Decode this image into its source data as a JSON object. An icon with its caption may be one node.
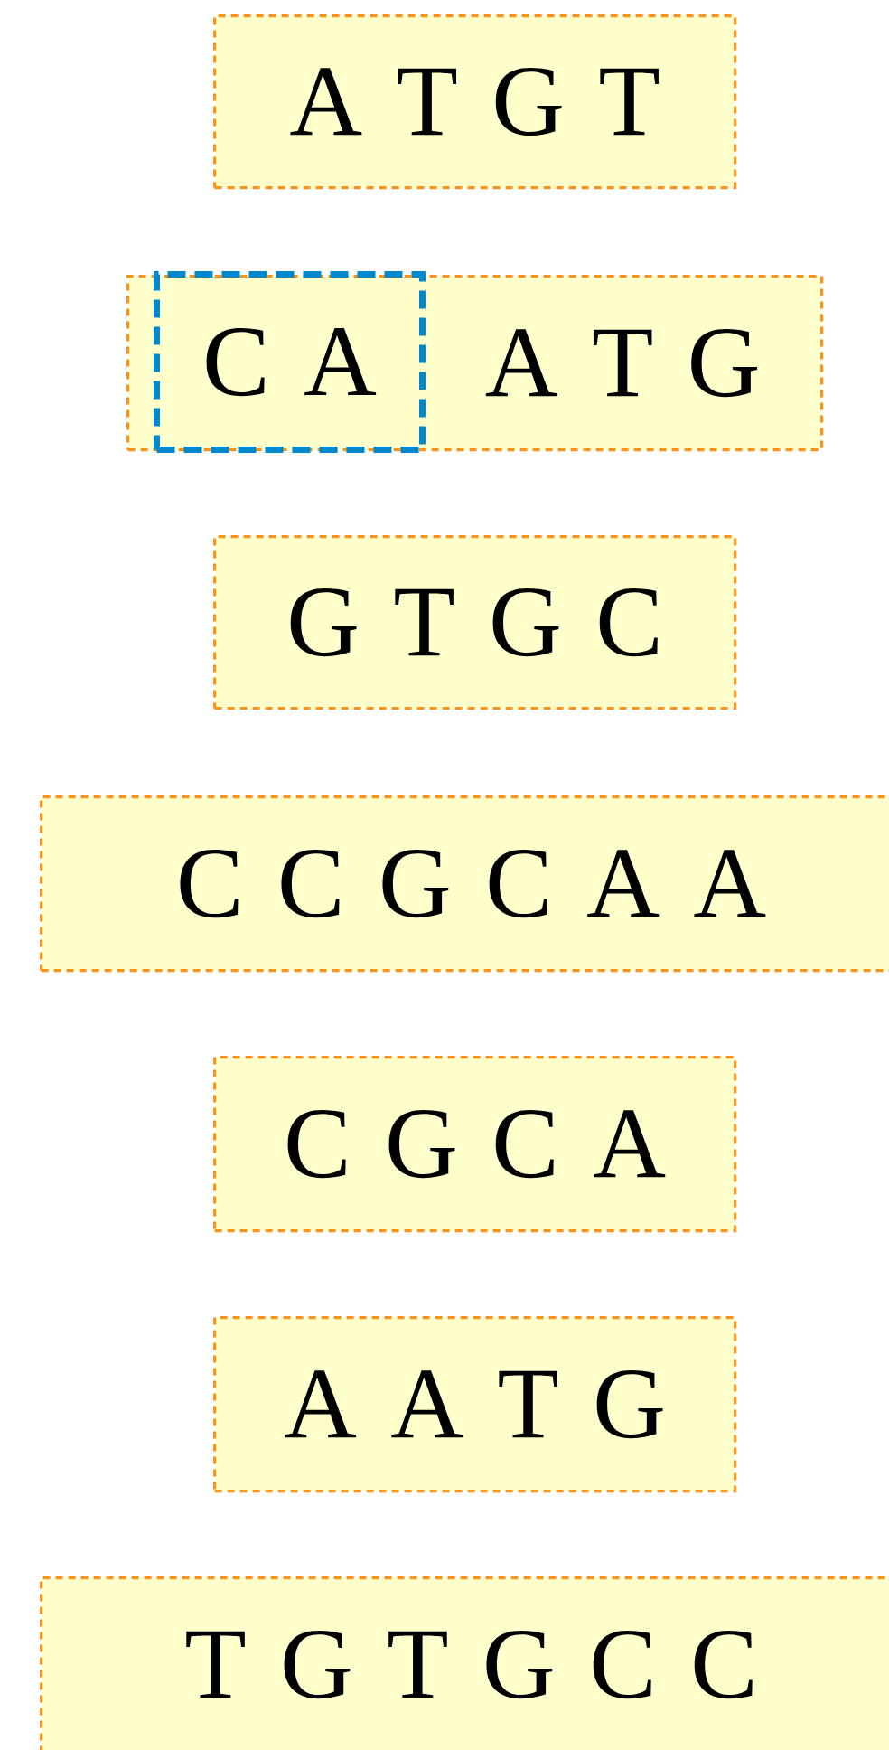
{
  "diagram": {
    "nodes": [
      {
        "text": [
          "A T G T"
        ]
      },
      {
        "text": [
          "A T G"
        ]
      },
      {
        "text": [
          "C A"
        ],
        "in": 1
      },
      {
        "text": [
          "G T G C"
        ]
      },
      {
        "text": [
          "C C G C A A"
        ]
      },
      {
        "text": [
          "C G C A"
        ]
      },
      {
        "text": [
          "A A T G"
        ]
      },
      {
        "text": [
          "T G T G C C"
        ]
      }
    ]
  }
}
